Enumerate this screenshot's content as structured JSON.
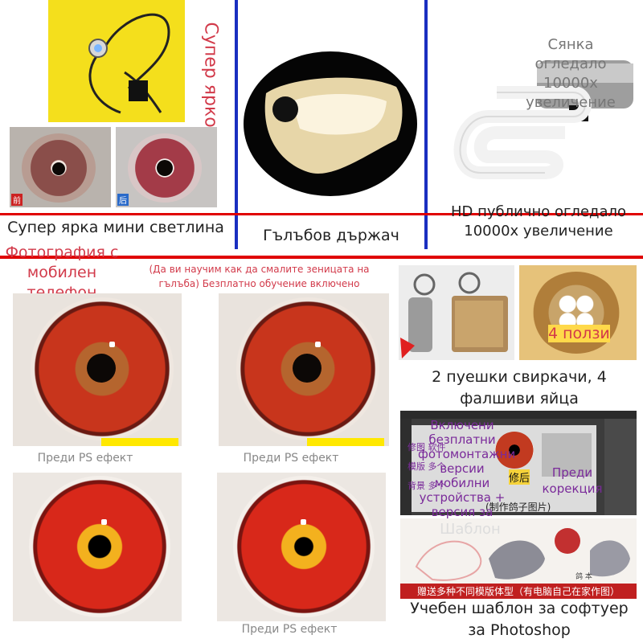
{
  "panels": {
    "light": {
      "vertical_label": "Супер ярко",
      "caption": "Супер ярка мини светлина",
      "thumb_badge_left": "前",
      "thumb_badge_right": "后"
    },
    "holder": {
      "caption": "Гълъбов държач"
    },
    "mirror": {
      "overlay": "Сянка огледало 10000x увеличение",
      "caption": "HD публично огледало 10000x увеличение"
    }
  },
  "phone_section": {
    "title": "Фотография с мобилен телефон",
    "note": "(Да ви научим как да смалите зеницата на гълъба) Безплатно обучение включено",
    "labels": [
      "Преди PS ефект",
      "Преди PS ефект",
      "Преди PS ефект"
    ]
  },
  "extras": {
    "badge": "4 ползи",
    "caption": "2 пуешки свиркачи, 4 фалшиви яйца"
  },
  "software": {
    "overlay_main": "Включени безплатни фотомонтажни версии мобилни устройства + версия за компютър",
    "overlay_template": "Шаблон",
    "overlay_before": "Преди корекция",
    "cn_menu": [
      "修图 软件",
      "模版 多个",
      "背景 多个"
    ],
    "cn_after": "修后",
    "cn_make": "(制作鸽子图片)",
    "cn_banner": "赠送多种不同模版体型（有电脑自己在家作图）",
    "cn_cert": "鸽 本",
    "caption": "Учебен шаблон за софтуер за Photoshop"
  },
  "colors": {
    "red_rule": "#e00000",
    "blue_rule": "#1a2fc0",
    "caption_text": "#222222",
    "overlay_text": "#d23a4a",
    "grey_label": "#888888",
    "yellow_bar": "#ffe800",
    "purple_text": "#7a2a9a"
  }
}
